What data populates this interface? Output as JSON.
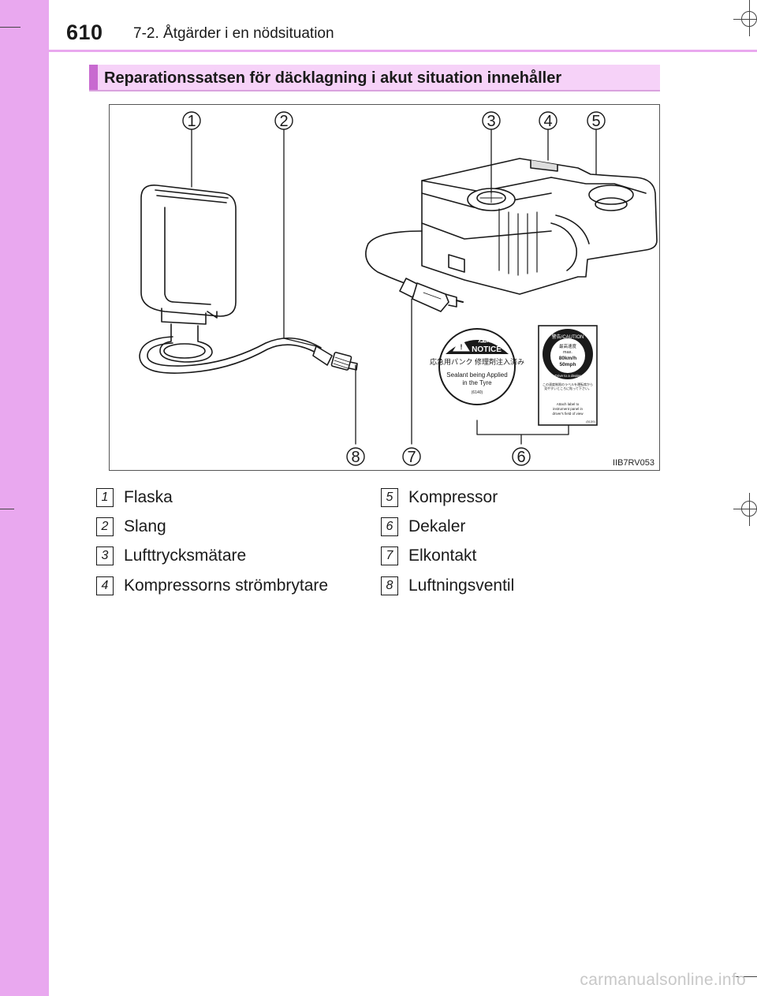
{
  "header": {
    "page_number": "610",
    "chapter": "7-2. Åtgärder i en nödsituation"
  },
  "section": {
    "title": "Reparationssatsen för däcklagning i akut situation innehåller"
  },
  "figure": {
    "code": "IIB7RV053",
    "callouts": [
      "1",
      "2",
      "3",
      "4",
      "5",
      "6",
      "7",
      "8"
    ],
    "notice_label": {
      "heading_jp": "注意",
      "heading": "NOTICE",
      "line_jp": "応急用パンク 修理剤注入済み",
      "line1": "Sealant being Applied",
      "line2": "in the Tyre",
      "code": "(6140)"
    },
    "caution_label": {
      "heading": "警告/CAUTION",
      "speed_jp": "最高速度",
      "max": "max.",
      "kmh": "80km/h",
      "mph": "50mph",
      "drive": "Drive to a dealer",
      "note_jp": "この速度制限のラベルを運転席から見やすいところに貼って下さい。",
      "attach1": "Attach label to",
      "attach2": "instrument panel in",
      "attach3": "driver's field of view",
      "code": "(5139)"
    }
  },
  "legend": {
    "items": [
      {
        "num": "1",
        "label": "Flaska"
      },
      {
        "num": "2",
        "label": "Slang"
      },
      {
        "num": "3",
        "label": "Lufttrycksmätare"
      },
      {
        "num": "4",
        "label": "Kompressorns strömbrytare"
      },
      {
        "num": "5",
        "label": "Kompressor"
      },
      {
        "num": "6",
        "label": "Dekaler"
      },
      {
        "num": "7",
        "label": "Elkontakt"
      },
      {
        "num": "8",
        "label": "Luftningsventil"
      }
    ]
  },
  "watermark": "carmanualsonline.info",
  "colors": {
    "side_strip": "#e9a8ef",
    "section_bar": "#f6d2f8",
    "section_accent": "#c86ad0"
  }
}
